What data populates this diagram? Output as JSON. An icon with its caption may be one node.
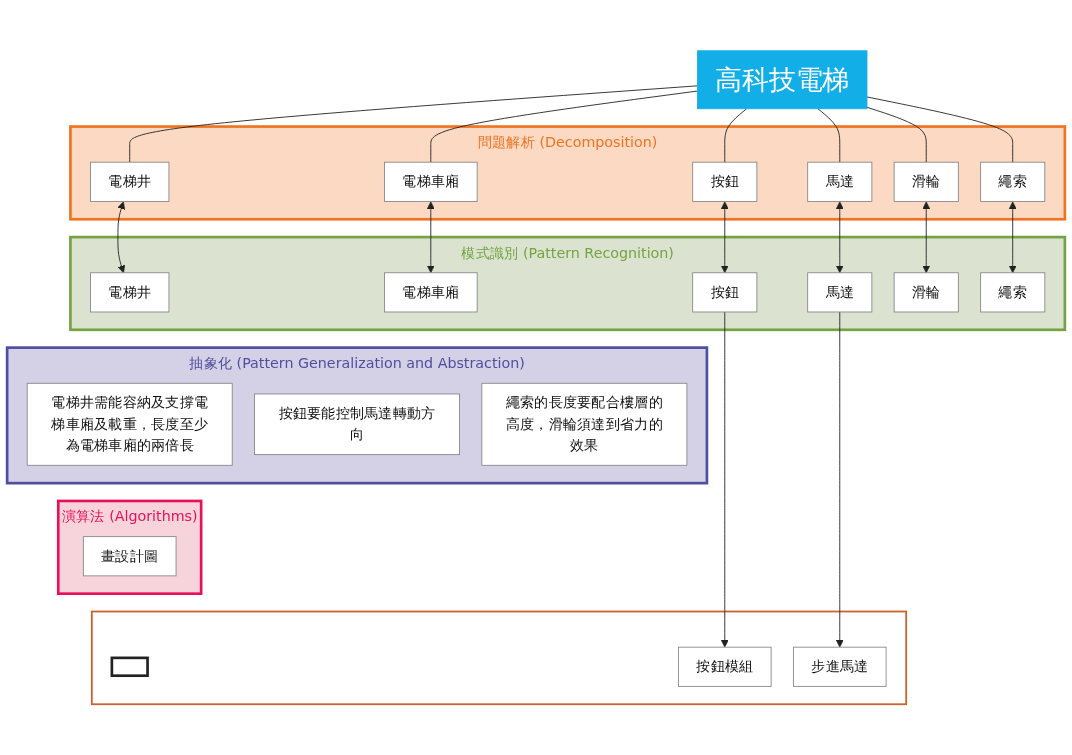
{
  "diagram": {
    "nodes": [
      {
        "text": [
          "高科技電梯"
        ]
      },
      {
        "text": [
          "問題解析 (Decomposition)"
        ]
      },
      {
        "text": [
          "電梯井"
        ],
        "in": 1
      },
      {
        "text": [
          "繩索"
        ],
        "in": 1
      },
      {
        "text": [
          "電梯車廂"
        ],
        "in": 1
      },
      {
        "text": [
          "滑輪"
        ],
        "in": 1
      },
      {
        "text": [
          "按鈕"
        ],
        "in": 1
      },
      {
        "text": [
          "馬達"
        ],
        "in": 1
      },
      {
        "text": [
          "模式識別 (Pattern Recognition)"
        ]
      },
      {
        "text": [
          "電梯井"
        ],
        "in": 8
      },
      {
        "text": [
          "電梯車廂"
        ],
        "in": 8
      },
      {
        "text": [
          "按鈕"
        ],
        "in": 8
      },
      {
        "text": [
          "馬達"
        ],
        "in": 8
      },
      {
        "text": [
          "滑輪"
        ],
        "in": 8
      },
      {
        "text": [
          "繩索"
        ],
        "in": 8
      },
      {
        "text": [
          "抽象化 (Pattern Generalization and Abstraction)"
        ]
      },
      {
        "text": [
          "電梯井需能容納及支撐電梯車廂及載重，長度至少為電梯車廂的兩倍長"
        ],
        "in": 15
      },
      {
        "text": [
          "按鈕要能控制馬達轉動方向"
        ],
        "in": 15
      },
      {
        "text": [
          "繩索的長度要配合樓層的高度，滑輪須達到省力的效果"
        ],
        "in": 15
      },
      {
        "text": [
          "演算法 (Algorithms)"
        ]
      },
      {
        "text": [
          "畫設計圖"
        ],
        "in": 19
      },
      {
        "text": [],
        "shape": "box"
      },
      {
        "text": [],
        "shape": "box",
        "in": 21
      },
      {
        "text": [
          "按鈕模組"
        ],
        "in": 21
      },
      {
        "text": [
          "步進馬達"
        ],
        "in": 21
      }
    ],
    "edges": [
      {
        "from": 0,
        "to": 2,
        "arrow": "none"
      },
      {
        "from": 0,
        "to": 3,
        "arrow": "none"
      },
      {
        "from": 0,
        "to": 4,
        "arrow": "none"
      },
      {
        "from": 0,
        "to": 5,
        "arrow": "none"
      },
      {
        "from": 0,
        "to": 6,
        "arrow": "none"
      },
      {
        "from": 0,
        "to": 7,
        "arrow": "none"
      },
      {
        "from": 2,
        "to": 9,
        "arrow": "both"
      },
      {
        "from": 3,
        "to": 14,
        "arrow": "both"
      },
      {
        "from": 4,
        "to": 10,
        "arrow": "both"
      },
      {
        "from": 5,
        "to": 13,
        "arrow": "both"
      },
      {
        "from": 6,
        "to": 11,
        "arrow": "both"
      },
      {
        "from": 7,
        "to": 12,
        "arrow": "both"
      },
      {
        "from": 11,
        "to": 23,
        "arrow": "to"
      },
      {
        "from": 12,
        "to": 24,
        "arrow": "to"
      }
    ]
  }
}
